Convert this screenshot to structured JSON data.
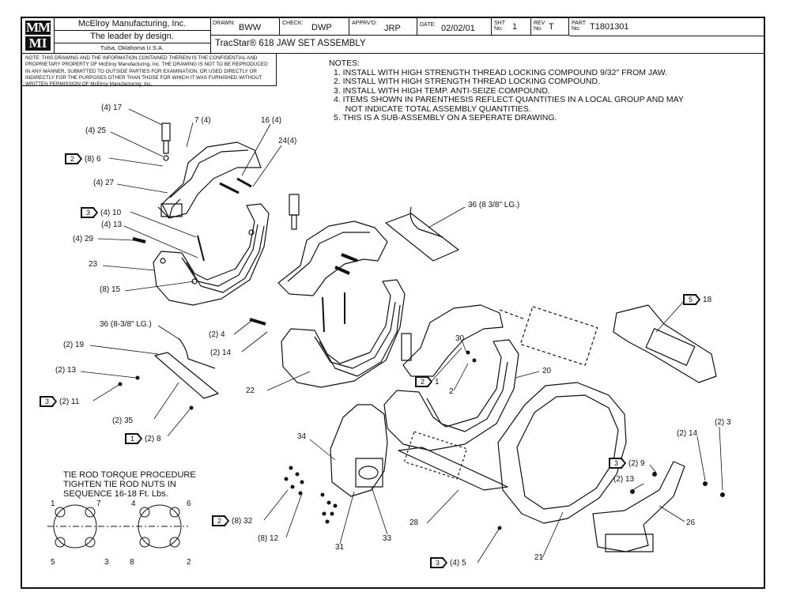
{
  "title_block": {
    "logo_letters": "MMI",
    "company": "McElroy Manufacturing, Inc.",
    "tagline": "The leader by design.",
    "location": "Tulsa, Oklahoma U.S.A.",
    "drawn_label": "DRAWN:",
    "drawn_value": "BWW",
    "check_label": "CHECK:",
    "check_value": "DWP",
    "approved_label": "APPRV'D:",
    "approved_value": "JRP",
    "date_label": "DATE:",
    "date_value": "02/02/01",
    "sheet_label": "SHT No:",
    "sheet_value": "1",
    "rev_label": "REV No:",
    "rev_value": "T",
    "part_label": "PART No:",
    "part_value": "T1801301",
    "drawing_title": "TracStar® 618 JAW SET ASSEMBLY"
  },
  "confidential_note": "NOTE: THIS DRAWING AND THE INFORMATION CONTAINED THEREIN IS THE CONFIDENTIAL AND PROPRIETARY PROPERTY OF McElroy Manufacturing, Inc. THE DRAWING IS NOT TO BE REPRODUCED IN ANY MANNER, SUBMITTED TO OUTSIDE PARTIES FOR EXAMINATION, OR USED DIRECTLY OR INDIRECTLY FOR THE PURPOSES OTHER THAN THOSE FOR WHICH IT WAS FURNISHED WITHOUT WRITTEN PERMISSION OF McElroy Manufacturing, Inc.",
  "notes": {
    "heading": "NOTES:",
    "items": [
      "1.  INSTALL WITH HIGH STRENGTH THREAD LOCKING COMPOUND 9/32\" FROM JAW.",
      "2.  INSTALL WITH HIGH STRENGTH THREAD LOCKING COMPOUND.",
      "3.  INSTALL WITH HIGH TEMP. ANTI-SEIZE COMPOUND.",
      "4.  ITEMS SHOWN IN PARENTHESIS REFLECT QUANTITIES IN A LOCAL GROUP AND MAY",
      "     NOT INDICATE TOTAL ASSEMBLY QUANTITIES.",
      "5.  THIS IS A SUB-ASSEMBLY ON A SEPERATE DRAWING."
    ]
  },
  "torque": {
    "line1": "TIE ROD TORQUE PROCEDURE",
    "line2": "TIGHTEN TIE ROD NUTS IN",
    "line3": "SEQUENCE 16-18 Ft. Lbs.",
    "left_numbers": [
      "1",
      "7",
      "5",
      "3"
    ],
    "right_numbers": [
      "4",
      "6",
      "8",
      "2"
    ]
  },
  "callouts": [
    {
      "text": "(4) 17",
      "flag": ""
    },
    {
      "text": "7 (4)",
      "flag": ""
    },
    {
      "text": "(4) 25",
      "flag": ""
    },
    {
      "text": "16 (4)",
      "flag": ""
    },
    {
      "text": "24(4)",
      "flag": ""
    },
    {
      "text": "(8) 6",
      "flag": "2"
    },
    {
      "text": "(4) 27",
      "flag": ""
    },
    {
      "text": "(4) 10",
      "flag": "3"
    },
    {
      "text": "(4) 13",
      "flag": ""
    },
    {
      "text": "(4) 29",
      "flag": ""
    },
    {
      "text": "23",
      "flag": ""
    },
    {
      "text": "(8) 15",
      "flag": ""
    },
    {
      "text": "36 (8 3/8\" LG.)",
      "flag": ""
    },
    {
      "text": "36 (8-3/8\" LG.)",
      "flag": ""
    },
    {
      "text": "(2) 19",
      "flag": ""
    },
    {
      "text": "(2) 4",
      "flag": ""
    },
    {
      "text": "(2) 14",
      "flag": ""
    },
    {
      "text": "(2) 13",
      "flag": ""
    },
    {
      "text": "(2) 11",
      "flag": "3"
    },
    {
      "text": "22",
      "flag": ""
    },
    {
      "text": "(2) 35",
      "flag": ""
    },
    {
      "text": "(2) 8",
      "flag": "1"
    },
    {
      "text": "30",
      "flag": ""
    },
    {
      "text": "1",
      "flag": "2"
    },
    {
      "text": "2",
      "flag": ""
    },
    {
      "text": "20",
      "flag": ""
    },
    {
      "text": "18",
      "flag": "5"
    },
    {
      "text": "34",
      "flag": ""
    },
    {
      "text": "(2) 14",
      "flag": ""
    },
    {
      "text": "(2) 3",
      "flag": ""
    },
    {
      "text": "(2) 9",
      "flag": "3"
    },
    {
      "text": "(2) 13",
      "flag": ""
    },
    {
      "text": "(8) 32",
      "flag": "2"
    },
    {
      "text": "(8) 12",
      "flag": ""
    },
    {
      "text": "28",
      "flag": ""
    },
    {
      "text": "26",
      "flag": ""
    },
    {
      "text": "31",
      "flag": ""
    },
    {
      "text": "33",
      "flag": ""
    },
    {
      "text": "(4) 5",
      "flag": "3"
    },
    {
      "text": "21",
      "flag": ""
    }
  ]
}
